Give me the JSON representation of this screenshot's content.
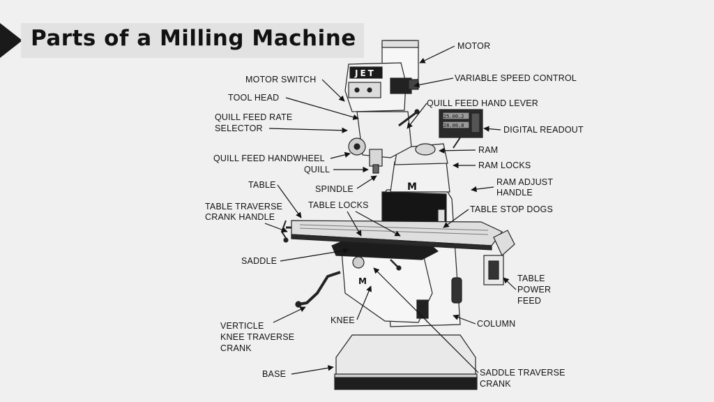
{
  "title": "Parts of a Milling Machine",
  "machine": {
    "brand": "JET",
    "mark": "M",
    "readout_line1": "25.00.2",
    "readout_line2": "28.00.8"
  },
  "labels": {
    "motor": "MOTOR",
    "motor_switch": "MOTOR SWITCH",
    "variable_speed_control": "VARIABLE SPEED CONTROL",
    "tool_head": "TOOL HEAD",
    "quill_feed_hand_lever": "QUILL FEED HAND LEVER",
    "quill_feed_rate_selector_1": "QUILL FEED RATE",
    "quill_feed_rate_selector_2": "SELECTOR",
    "digital_readout": "DIGITAL READOUT",
    "ram": "RAM",
    "quill_feed_handwheel": "QUILL FEED HANDWHEEL",
    "ram_locks": "RAM LOCKS",
    "quill": "QUILL",
    "ram_adjust_handle_1": "RAM ADJUST",
    "ram_adjust_handle_2": "HANDLE",
    "table": "TABLE",
    "spindle": "SPINDLE",
    "table_traverse_1": "TABLE TRAVERSE",
    "table_traverse_2": "CRANK HANDLE",
    "table_locks": "TABLE LOCKS",
    "table_stop_dogs": "TABLE STOP DOGS",
    "saddle": "SADDLE",
    "table_power_feed_1": "TABLE",
    "table_power_feed_2": "POWER",
    "table_power_feed_3": "FEED",
    "knee": "KNEE",
    "column": "COLUMN",
    "verticle_knee_1": "VERTICLE",
    "verticle_knee_2": "KNEE TRAVERSE",
    "verticle_knee_3": "CRANK",
    "base": "BASE",
    "saddle_traverse_1": "SADDLE TRAVERSE",
    "saddle_traverse_2": "CRANK"
  }
}
